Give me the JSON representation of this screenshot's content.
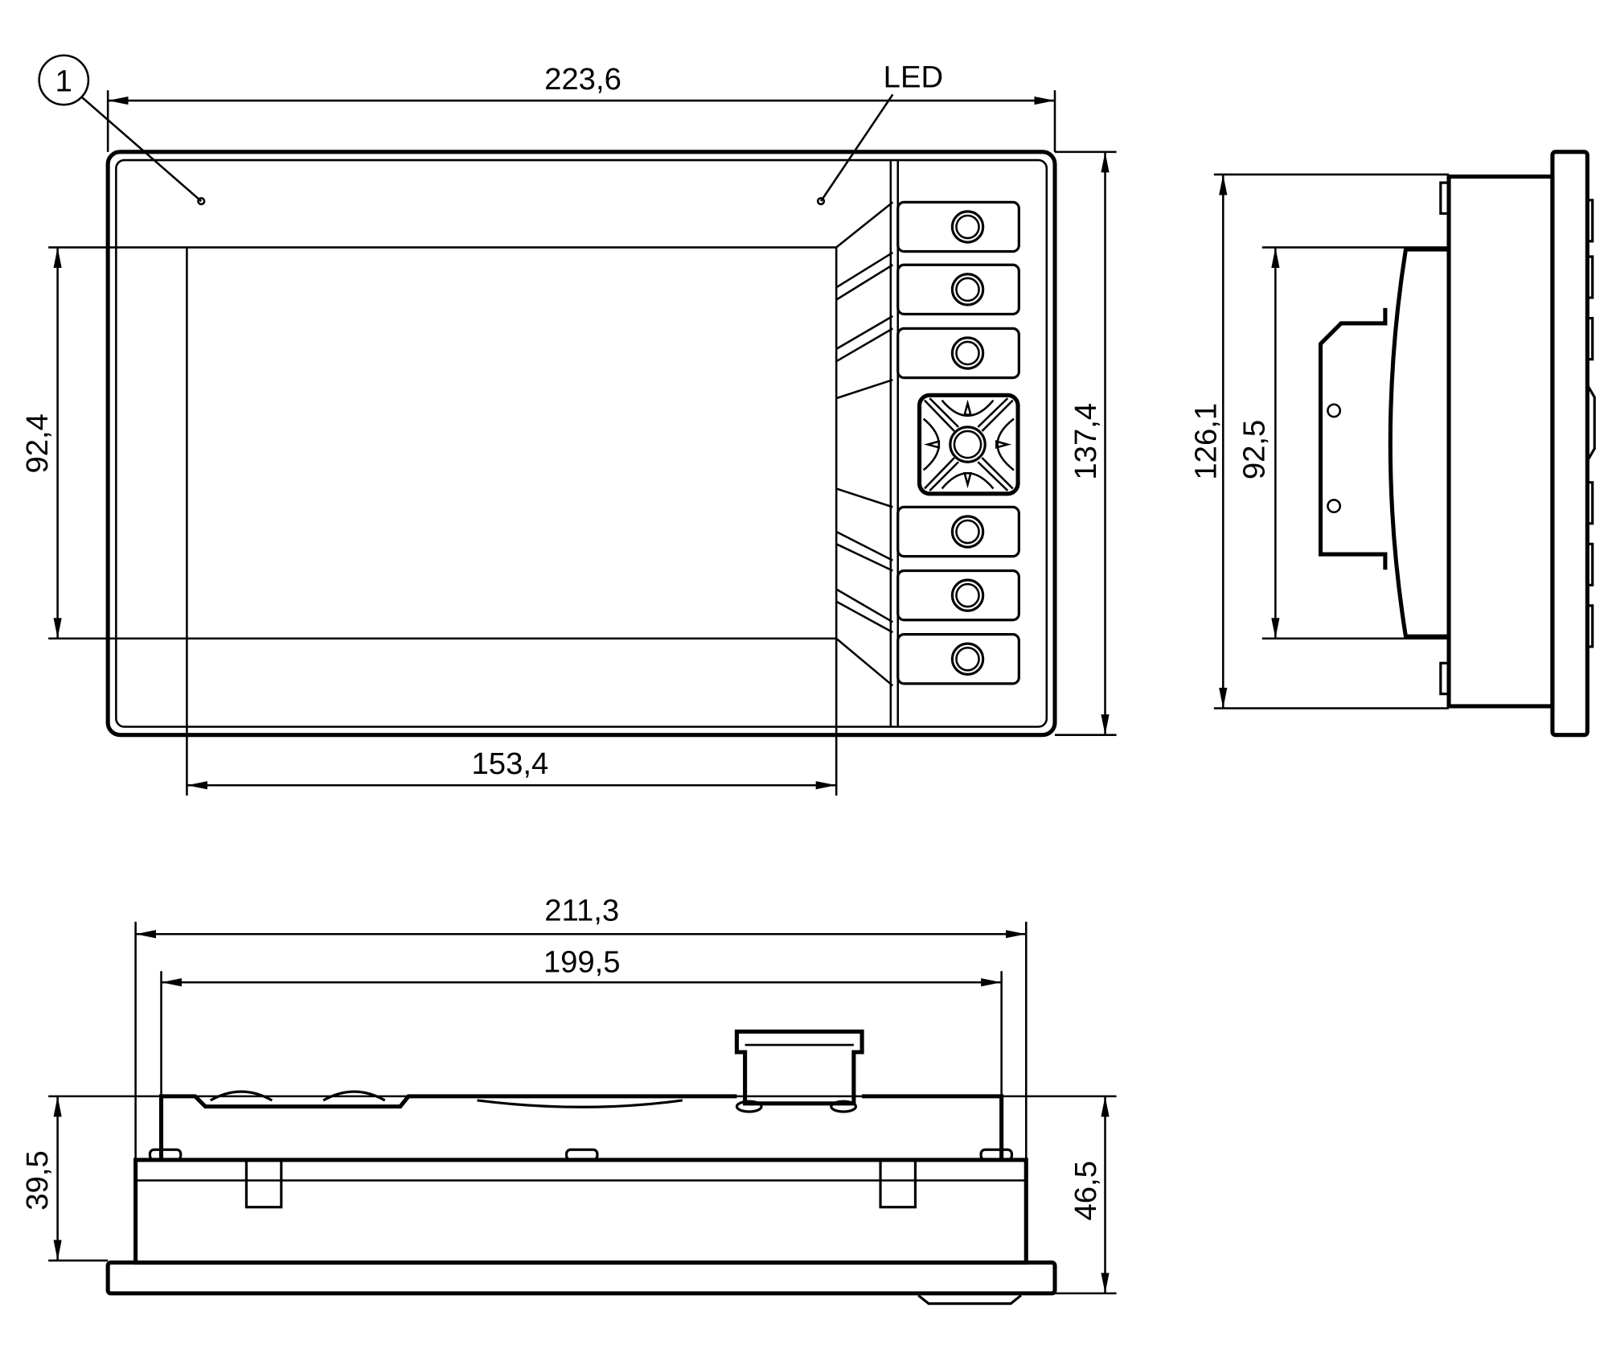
{
  "front_view": {
    "callout_number": "1",
    "led_label": "LED",
    "dim_width": "223,6",
    "dim_height": "137,4",
    "dim_screen_height": "92,4",
    "dim_screen_width": "153,4"
  },
  "side_view": {
    "dim_height_outer": "126,1",
    "dim_height_inner": "92,5"
  },
  "bottom_view": {
    "dim_width_outer": "211,3",
    "dim_width_inner": "199,5",
    "dim_depth_left": "39,5",
    "dim_depth_right": "46,5"
  },
  "colors": {
    "line": "#000000",
    "background": "#ffffff"
  }
}
